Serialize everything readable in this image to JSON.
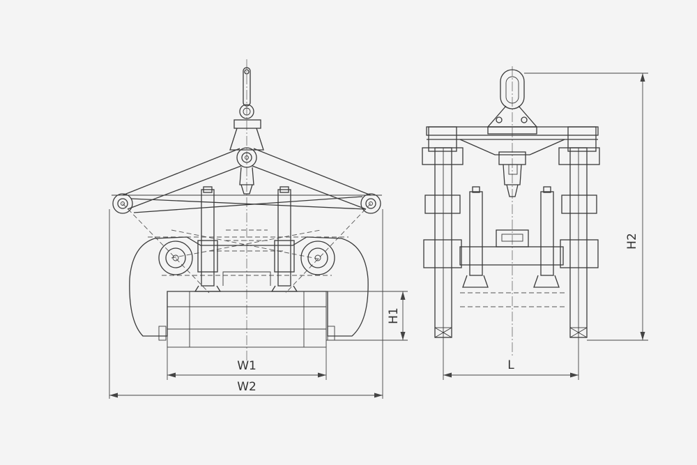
{
  "diagram": {
    "labels": {
      "w1": "W1",
      "w2": "W2",
      "h1": "H1",
      "h2": "H2",
      "l": "L"
    },
    "colors": {
      "background": "#f4f4f4",
      "line": "#3a3a3a"
    }
  }
}
